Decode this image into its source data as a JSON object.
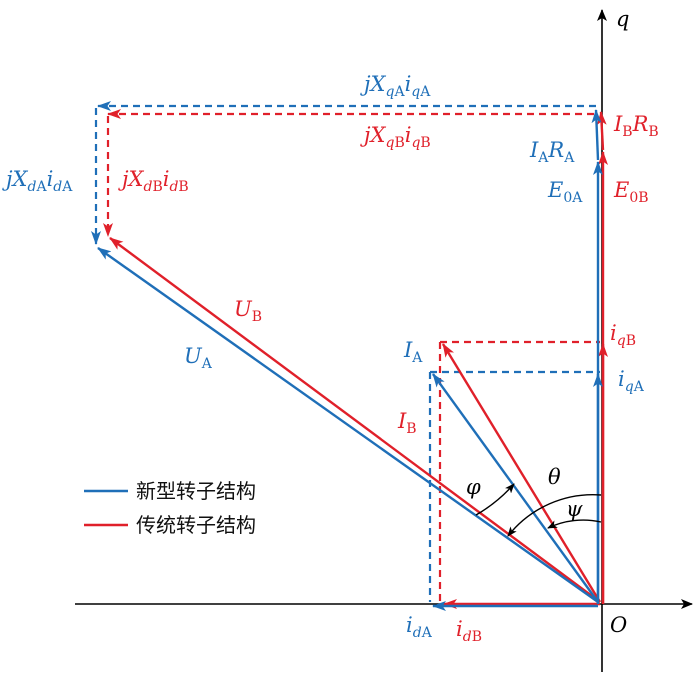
{
  "colors": {
    "series_a": "#1f6fb8",
    "series_b": "#e0202a",
    "axis": "#000000"
  },
  "axes": {
    "q_label": "q",
    "origin_label": "O"
  },
  "labels": {
    "jx_qa": {
      "j": "j",
      "X": "X",
      "xsub1": "q",
      "xsub2": "A",
      "i": "i",
      "isub1": "q",
      "isub2": "A"
    },
    "jx_qb": {
      "j": "j",
      "X": "X",
      "xsub1": "q",
      "xsub2": "B",
      "i": "i",
      "isub1": "q",
      "isub2": "B"
    },
    "jx_da": {
      "j": "j",
      "X": "X",
      "xsub1": "d",
      "xsub2": "A",
      "i": "i",
      "isub1": "d",
      "isub2": "A"
    },
    "jx_db": {
      "j": "j",
      "X": "X",
      "xsub1": "d",
      "xsub2": "B",
      "i": "i",
      "isub1": "d",
      "isub2": "B"
    },
    "ib_rb": {
      "I": "I",
      "Isub": "B",
      "R": "R",
      "Rsub": "B"
    },
    "ia_ra": {
      "I": "I",
      "Isub": "A",
      "R": "R",
      "Rsub": "A"
    },
    "e0a": {
      "main": "E",
      "sub": "0A"
    },
    "e0b": {
      "main": "E",
      "sub": "0B"
    },
    "ub": {
      "main": "U",
      "sub": "B"
    },
    "ua": {
      "main": "U",
      "sub": "A"
    },
    "ia": {
      "main": "I",
      "sub": "A"
    },
    "ib": {
      "main": "I",
      "sub": "B"
    },
    "iqb": {
      "main": "i",
      "sub1": "q",
      "sub2": "B"
    },
    "iqa": {
      "main": "i",
      "sub1": "q",
      "sub2": "A"
    },
    "ida": {
      "main": "i",
      "sub1": "d",
      "sub2": "A"
    },
    "idb": {
      "main": "i",
      "sub1": "d",
      "sub2": "B"
    },
    "phi": "φ",
    "theta": "θ",
    "psi": "ψ"
  },
  "legend": {
    "a": "新型转子结构",
    "b": "传统转子结构"
  }
}
